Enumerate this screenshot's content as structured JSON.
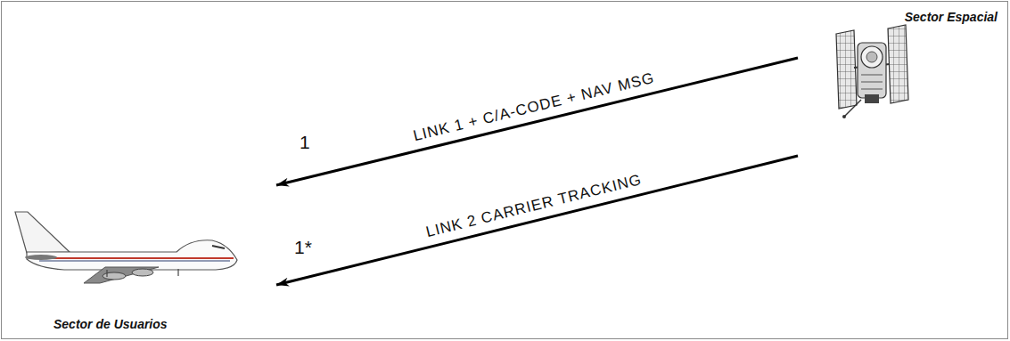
{
  "diagram": {
    "nodes": [
      {
        "text": [
          "Sector Espacial"
        ]
      },
      {
        "text": [
          "Sector de Usuarios"
        ]
      }
    ],
    "edges": [
      {
        "from": 0,
        "to": 1,
        "arrow": "to",
        "label": "LINK 1 + C/A-CODE + NAV MSG"
      },
      {
        "from": 0,
        "to": 1,
        "arrow": "to",
        "label": "LINK 2 CARRIER TRACKING"
      }
    ],
    "labels": [
      "1",
      "1*"
    ]
  }
}
